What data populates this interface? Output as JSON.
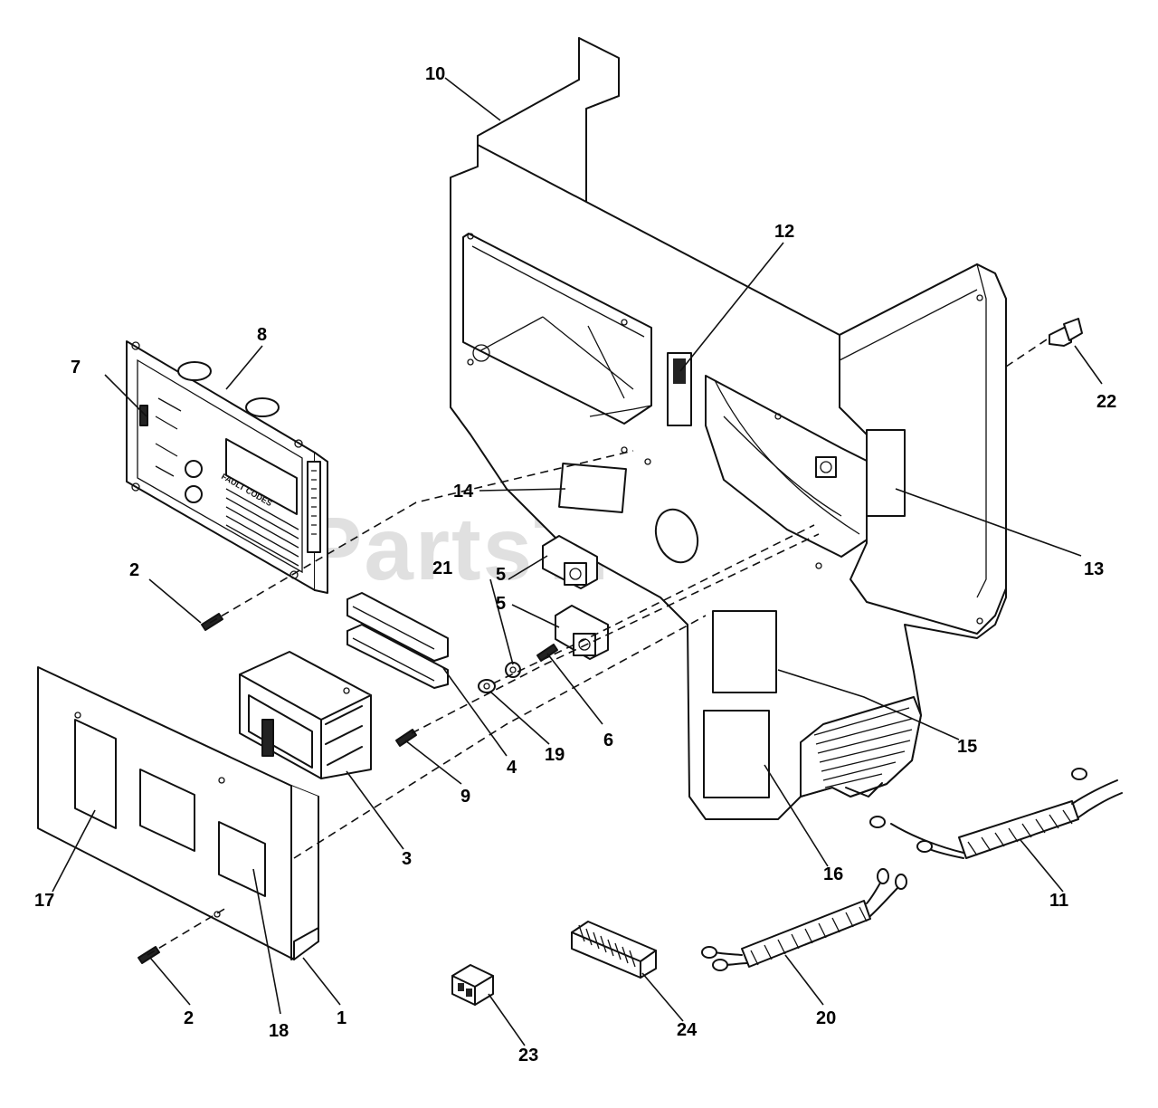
{
  "watermark": {
    "text": "PartsTree",
    "mark": "TM"
  },
  "panel_text": {
    "fault_codes": "FAULT CODES"
  },
  "callouts": {
    "c1": "1",
    "c2a": "2",
    "c2b": "2",
    "c3": "3",
    "c4": "4",
    "c5a": "5",
    "c5b": "5",
    "c6": "6",
    "c7": "7",
    "c8": "8",
    "c9": "9",
    "c10": "10",
    "c11": "11",
    "c12": "12",
    "c13": "13",
    "c14": "14",
    "c15": "15",
    "c16": "16",
    "c17": "17",
    "c18": "18",
    "c19": "19",
    "c20": "20",
    "c21": "21",
    "c22": "22",
    "c23": "23",
    "c24": "24"
  }
}
